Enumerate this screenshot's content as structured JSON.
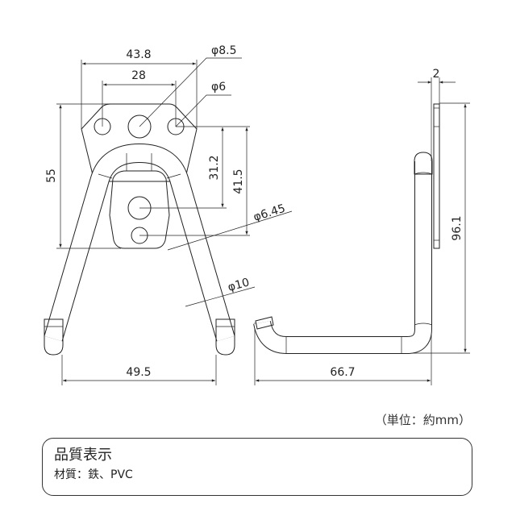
{
  "dimensions": {
    "width_total": "43.8",
    "hole_pitch": "28",
    "hole_large": "φ8.5",
    "hole_small": "φ6",
    "height_plate": "55",
    "dist_1": "31.2",
    "dist_2": "41.5",
    "hole_lower": "φ6.45",
    "wire_dia": "φ10",
    "leg_span": "49.5",
    "thickness": "2",
    "side_height": "96.1",
    "depth": "66.7"
  },
  "unit_note": "（単位：約mm）",
  "quality": {
    "title": "品質表示",
    "material": "材質：鉄、PVC"
  }
}
